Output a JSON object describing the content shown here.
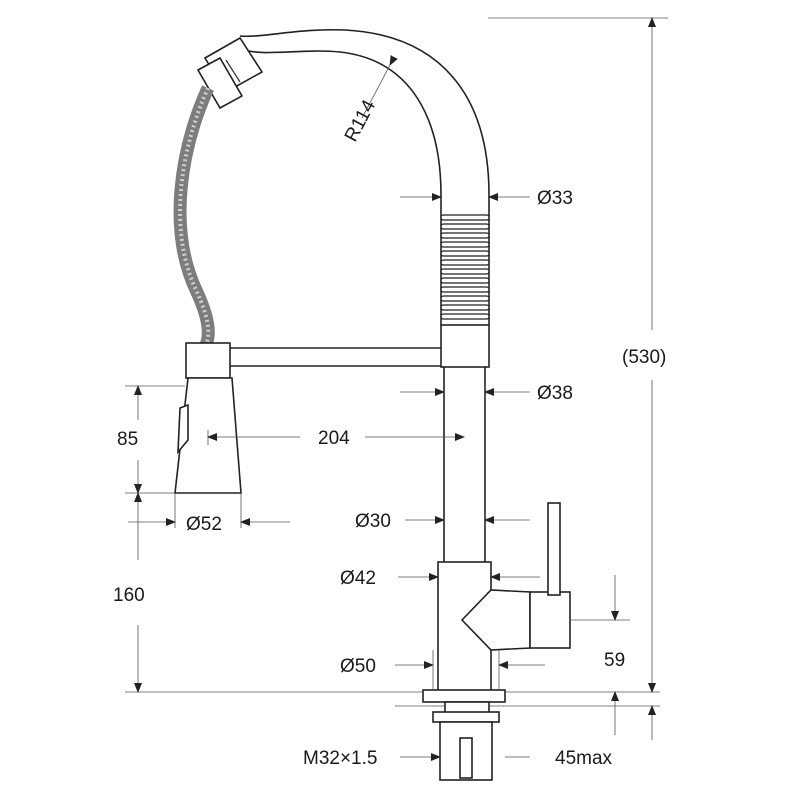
{
  "colors": {
    "line": "#333333",
    "background": "#ffffff",
    "hose_fill": "#8a8a8a"
  },
  "dimensions": {
    "radius": "R114",
    "spout_diameter": "Ø33",
    "hose_section_diameter": "Ø38",
    "reach": "204",
    "head_height": "85",
    "head_diameter": "Ø52",
    "body_diameter": "Ø30",
    "collar_diameter": "Ø42",
    "lower_height": "160",
    "handle_height": "59",
    "base_diameter": "Ø50",
    "overall_height": "(530)",
    "thread": "M32×1.5",
    "deck_thickness": "45max"
  }
}
